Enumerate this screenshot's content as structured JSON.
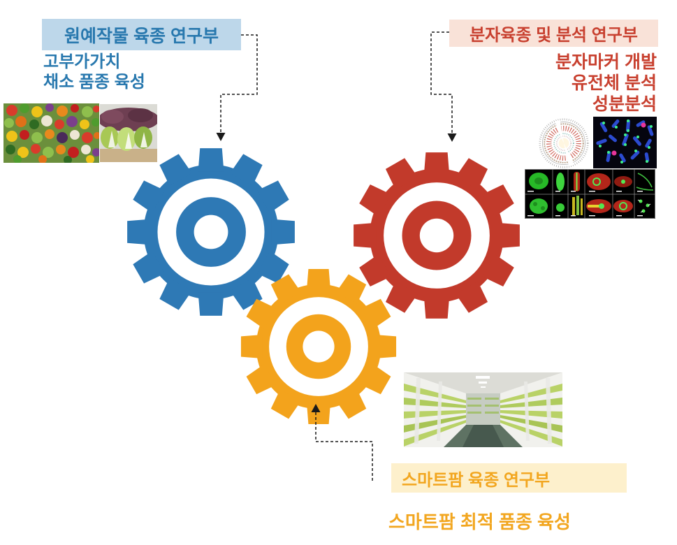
{
  "departments": {
    "horticulture": {
      "title": "원예작물 육종 연구부",
      "description_lines": [
        "고부가가치",
        "채소 품종 육성"
      ],
      "accent": "#2E79B5",
      "box_bg": "#BDD7EA",
      "text_color": "#2878AE",
      "image_names": [
        "vegetables-photo",
        "red-lettuce-photo"
      ]
    },
    "molecular": {
      "title": "분자육종 및 분석 연구부",
      "description_lines": [
        "분자마커 개발",
        "유전체 분석",
        "성분분석"
      ],
      "accent": "#C23A2B",
      "box_bg": "#F9E2D8",
      "text_color": "#C8402F",
      "image_names": [
        "circos-genome-plot",
        "chromosome-fish-micrograph",
        "fluorescence-microscopy-grid"
      ]
    },
    "smartfarm": {
      "title": "스마트팜 육종 연구부",
      "description": "스마트팜 최적 품종 육성",
      "accent": "#F3A31C",
      "box_bg": "#FDF0CC",
      "text_color": "#F2A61F",
      "image_names": [
        "vertical-farm-photo"
      ]
    }
  },
  "connector_color": "#1A1A1A"
}
